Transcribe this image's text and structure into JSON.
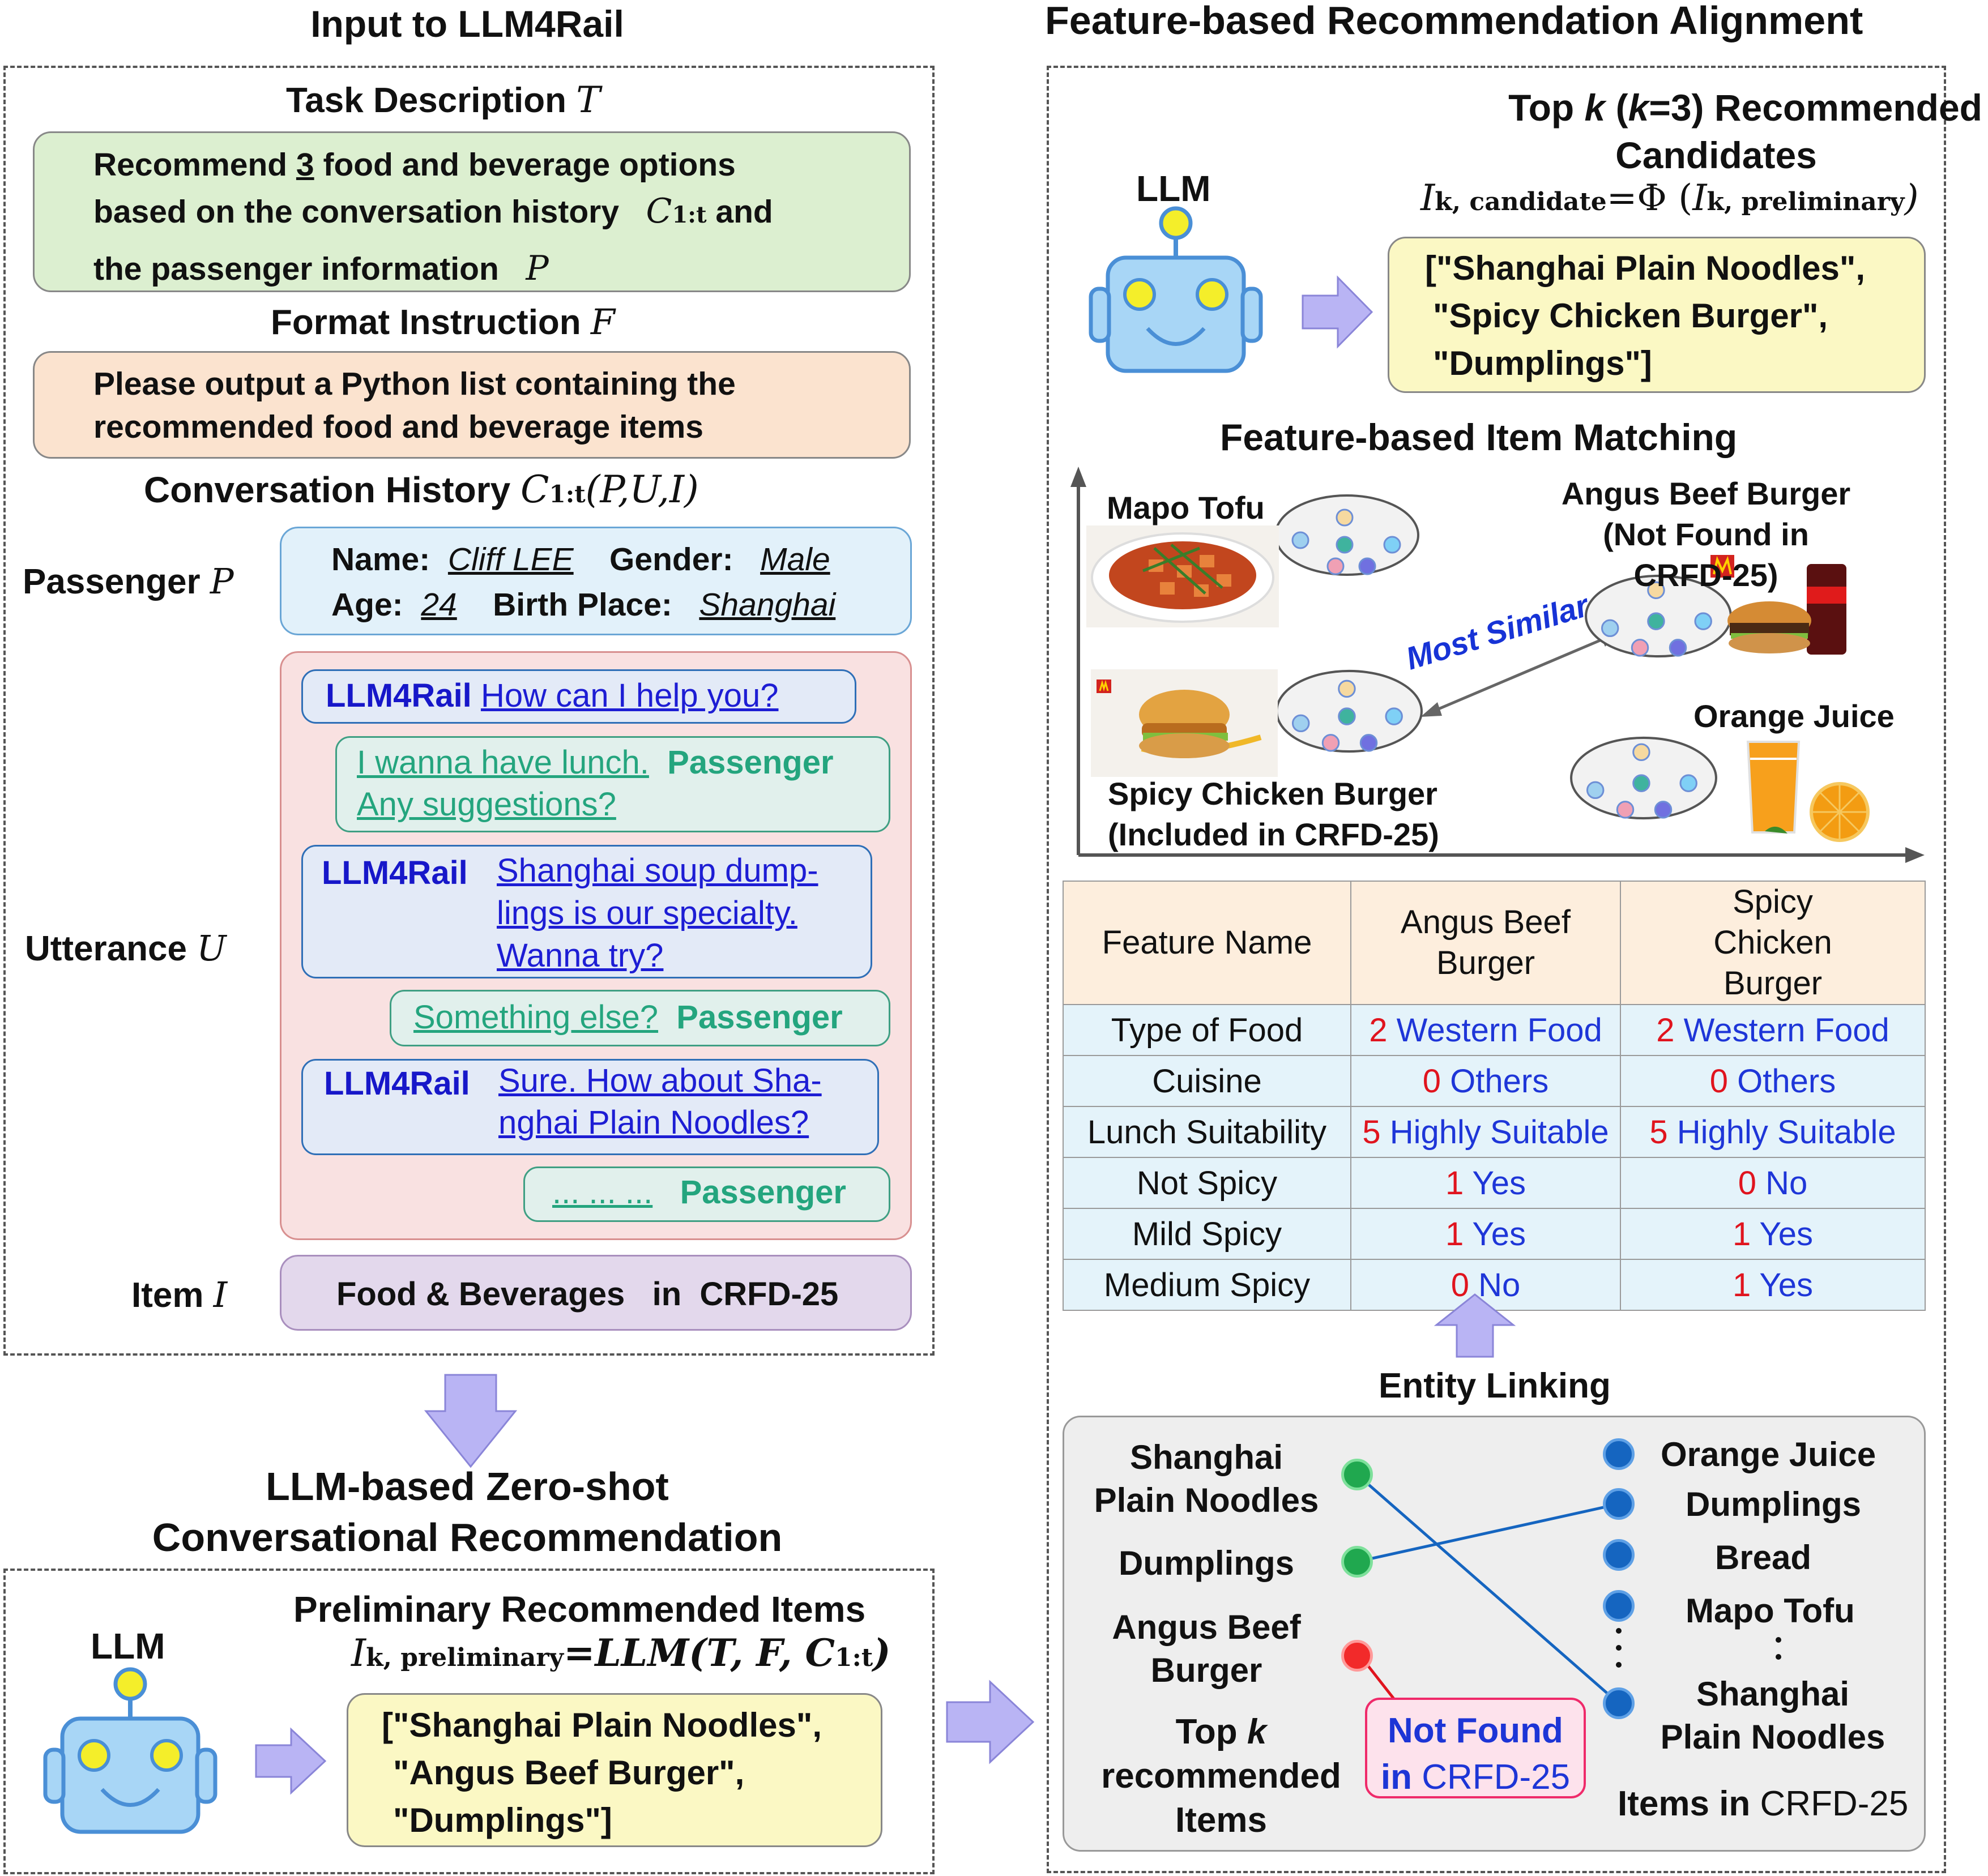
{
  "left": {
    "title": "Input to LLM4Rail",
    "task_label": "Task Description",
    "task_sym": "T",
    "task_text_1a": "Recommend ",
    "task_num": "3",
    "task_text_1b": " food and beverage options",
    "task_text_2": "based on the conversation history",
    "task_sym_c": "C",
    "task_sub_c": "1:t",
    "task_text_2b": " and",
    "task_text_3": "the passenger information",
    "task_sym_p": "P",
    "format_label": "Format Instruction",
    "format_sym": "F",
    "format_text_1": "Please output a Python list containing the",
    "format_text_2": "recommended food and beverage items",
    "history_label": "Conversation History",
    "history_sym": "C",
    "history_sub": "1:t",
    "history_args": "(P,U,I)",
    "passenger_label": "Passenger",
    "passenger_sym": "P",
    "name_key": "Name:",
    "name_val": "Cliff LEE",
    "gender_key": "Gender:",
    "gender_val": "Male",
    "age_key": "Age:",
    "age_val": "24",
    "birth_key": "Birth Place:",
    "birth_val": "Shanghai",
    "utterance_label": "Utterance",
    "utterance_sym": "U",
    "llm_tag": "LLM4Rail",
    "pas_tag": "Passenger",
    "msg1": "How can I help you?",
    "msg2a": "I wanna have lunch.",
    "msg2b": "Any suggestions?",
    "msg3a": "Shanghai soup dump-",
    "msg3b": "lings is our specialty.",
    "msg3c": "Wanna try?",
    "msg4": "Something else?",
    "msg5a": "Sure. How about Sha-",
    "msg5b": "nghai Plain Noodles?",
    "msg6": "... ... ...",
    "item_label": "Item",
    "item_sym": "I",
    "item_text": "Food & Beverages   in  CRFD-25",
    "zs_title_1": "LLM-based Zero-shot",
    "zs_title_2": "Conversational Recommendation",
    "llm": "LLM",
    "prelim_title": "Preliminary Recommended Items",
    "prelim_eq_sym": "I",
    "prelim_eq_sub": "k, preliminary",
    "prelim_eq_rhs": "=LLM(T, F, C",
    "prelim_eq_rhs_sub": "1:t",
    "prelim_eq_close": ")",
    "prelim_list_1": "[\"Shanghai Plain Noodles\",",
    "prelim_list_2": "\"Angus Beef Burger\",",
    "prelim_list_3": "\"Dumplings\"]"
  },
  "right": {
    "title": "Feature-based Recommendation Alignment",
    "llm": "LLM",
    "topk_1": "Top ",
    "topk_k": "k",
    "topk_2": " (",
    "topk_k2": "k",
    "topk_3": "=3) Recommended",
    "topk_line2": "Candidates",
    "eq_sym": "I",
    "eq_sub": "k, candidate",
    "eq_mid": "=Φ (",
    "eq_sym2": "I",
    "eq_sub2": "k, preliminary",
    "eq_close": ")",
    "cand_1": "[\"Shanghai Plain Noodles\",",
    "cand_2": "\"Spicy Chicken Burger\",",
    "cand_3": "\"Dumplings\"]",
    "match_title": "Feature-based Item Matching",
    "mapo": "Mapo Tofu",
    "angus_1": "Angus Beef Burger",
    "angus_2": "(Not Found in CRFD-25)",
    "most_similar": "Most Similar",
    "oj": "Orange Juice",
    "spicy_1": "Spicy Chicken Burger",
    "spicy_2": "(Included in CRFD-25)",
    "table_header": [
      "Feature Name",
      "Angus Beef Burger",
      "Spicy Chicken Burger"
    ],
    "table_rows": [
      {
        "name": "Type of Food",
        "a_num": "2",
        "a_txt": "Western Food",
        "b_num": "2",
        "b_txt": "Western Food"
      },
      {
        "name": "Cuisine",
        "a_num": "0",
        "a_txt": "Others",
        "b_num": "0",
        "b_txt": "Others"
      },
      {
        "name": "Lunch Suitability",
        "a_num": "5",
        "a_txt": "Highly Suitable",
        "b_num": "5",
        "b_txt": "Highly Suitable"
      },
      {
        "name": "Not Spicy",
        "a_num": "1",
        "a_txt": "Yes",
        "b_num": "0",
        "b_txt": "No"
      },
      {
        "name": "Mild Spicy",
        "a_num": "1",
        "a_txt": "Yes",
        "b_num": "1",
        "b_txt": "Yes"
      },
      {
        "name": "Medium Spicy",
        "a_num": "0",
        "a_txt": "No",
        "b_num": "1",
        "b_txt": "Yes"
      }
    ],
    "entity_linking": "Entity Linking",
    "el_left_1a": "Shanghai",
    "el_left_1b": "Plain Noodles",
    "el_left_2": "Dumplings",
    "el_left_3a": "Angus Beef",
    "el_left_3b": "Burger",
    "el_left_4a": "Top ",
    "el_left_4k": "k",
    "el_left_4b": "recommended",
    "el_left_4c": "Items",
    "not_found_1": "Not Found",
    "not_found_2a": "in ",
    "not_found_2b": "CRFD-25",
    "el_right_1": "Orange Juice",
    "el_right_2": "Dumplings",
    "el_right_3": "Bread",
    "el_right_4": "Mapo Tofu",
    "el_right_5a": "Shanghai",
    "el_right_5b": "Plain Noodles",
    "el_right_6a": "Items in ",
    "el_right_6b": "CRFD-25"
  },
  "colors": {
    "task_bg": "#dcefd0",
    "format_bg": "#fbe3cf",
    "passenger_bg": "#e2f1fa",
    "utterance_bg": "#f9e1e1",
    "item_bg": "#e3d8ec",
    "list_bg": "#fbf8c4",
    "arrow": "#b9b4f4",
    "table_header_bg": "#fdeedd",
    "table_row_bg": "#e4f3fa",
    "el_bg": "#eeeeee"
  },
  "icons": [
    "robot-icon",
    "down-arrow-icon",
    "right-arrow-icon",
    "up-arrow-icon",
    "feature-cluster-icon",
    "food-photo-icon",
    "mcdonalds-logo-icon"
  ]
}
